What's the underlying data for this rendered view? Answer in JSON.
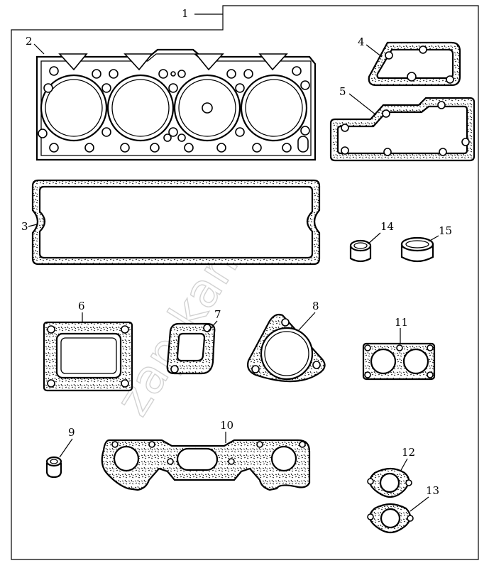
{
  "diagram": {
    "callouts": [
      {
        "id": "kit",
        "text": "1"
      },
      {
        "id": "head-gasket",
        "text": "2"
      },
      {
        "id": "cover-gasket",
        "text": "3"
      },
      {
        "id": "small-cover-gasket",
        "text": "4"
      },
      {
        "id": "side-cover-gasket",
        "text": "5"
      },
      {
        "id": "rect-flange-gasket",
        "text": "6"
      },
      {
        "id": "angled-flange-gasket",
        "text": "7"
      },
      {
        "id": "triangular-gasket",
        "text": "8"
      },
      {
        "id": "small-seal",
        "text": "9"
      },
      {
        "id": "manifold-gasket",
        "text": "10"
      },
      {
        "id": "twin-port-gasket",
        "text": "11"
      },
      {
        "id": "oval-flange-gasket-a",
        "text": "12"
      },
      {
        "id": "oval-flange-gasket-b",
        "text": "13"
      },
      {
        "id": "small-ring",
        "text": "14"
      },
      {
        "id": "large-ring",
        "text": "15"
      }
    ],
    "watermark": "zap-kam.ru"
  }
}
